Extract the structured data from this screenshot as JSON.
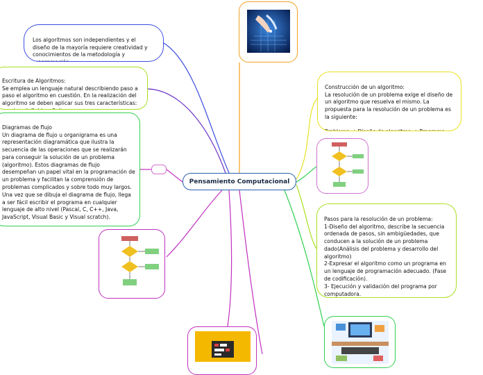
{
  "central": {
    "title": "Pensamiento Computacional"
  },
  "nodes": {
    "algoritmos_independientes": "Los algoritmos son independientes y el diseño de la mayoría requiere creatividad y conocimientos de la metodología y programación",
    "escritura": "Escritura de Algoritmos:\nSe emplea un lenguaje natural describiendo paso a paso el algoritmo en cuestión. En la realización del algoritmo se deben aplicar sus tres características: preciso, definido y finito.",
    "diagramas": "Diagramas de flujo\nUn diagrama de flujo u organigrama es una representación diagramática que ilustra la secuencia de las operaciones que se realizarán para conseguir la solución de un problema (algoritmo). Estos diagramas de flujo desempeñan un papel vital en la programación de un problema y facilitan la comprensión de problemas complicados y sobre todo muy largos. Una vez que se dibuja el diagrama de flujo, llega a ser fácil escribir el programa en cualquier lenguaje de alto nivel (Pascal, C, C++, Java, JavaScript, Visual Basic y Visual scratch).",
    "construccion": "Construcción de un algoritmo:\nLa resolución de un problema exige el diseño de un algoritmo que resuelva el mismo. La propuesta para la resolución de un problema es la siguiente:\n\nProblema-->Diseño de algoritmo-->Programa",
    "pasos": "Pasos para la resolución de un problema:\n1-Diseño del algoritmo, describe la secuencia ordenada de pasos, sin ambigüedades, que conducen a la solución de un problema dado(Análisis del problema y desarrollo del algoritmo)\n2-Expresar el algoritmo como un programa en un lenguaje de programación adecuado. (Fase de codificación).\n3- Ejecución y validación del programa por computadora."
  },
  "colors": {
    "central_border": "#2a5fb0",
    "blue": "#3b4de0",
    "purple": "#6a2fc7",
    "magenta": "#c030c0",
    "orange": "#f0a020",
    "yellow": "#e8e020",
    "green": "#30d050",
    "lime": "#a8e020",
    "text": "#111111"
  },
  "images": {
    "top": "hand-touching-tech-image",
    "right_flowchart": "flowchart-diagram-image",
    "left_flowchart": "flowchart-diagram-image",
    "bottom_right": "programmer-desk-image",
    "bottom_center": "laptop-code-image"
  }
}
